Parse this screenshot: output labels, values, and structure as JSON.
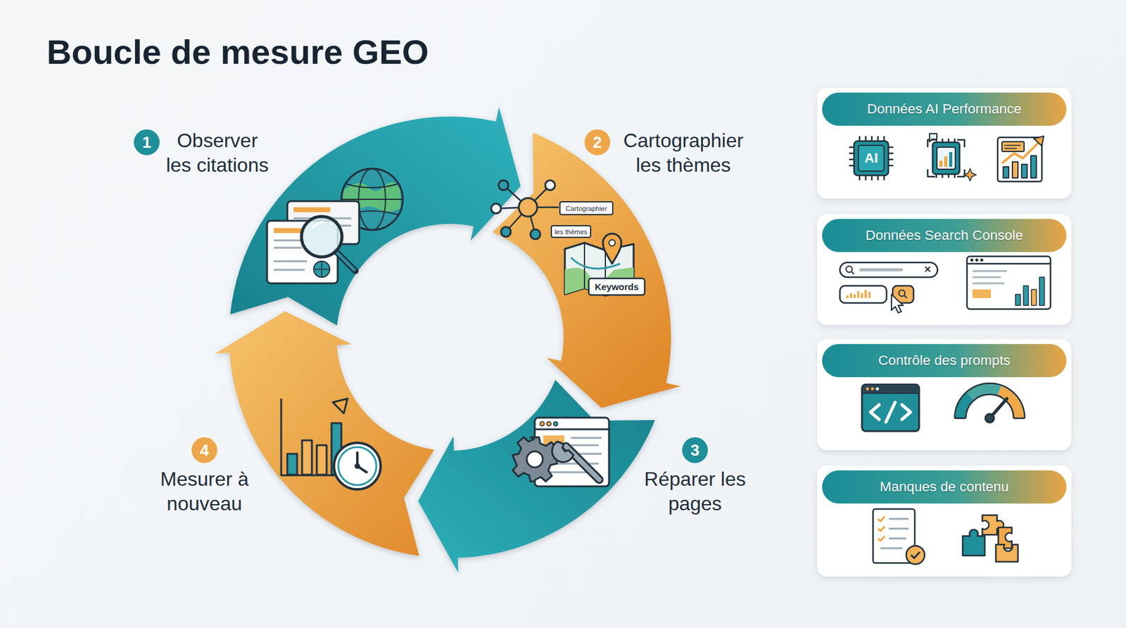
{
  "diagram": {
    "title": "Boucle de mesure GEO",
    "nodes": [
      {
        "text": [
          "1",
          "Observer les citations"
        ]
      },
      {
        "text": [
          "2",
          "Cartographier les thèmes"
        ]
      },
      {
        "text": [
          "3",
          "Réparer les pages"
        ]
      },
      {
        "text": [
          "4",
          "Mesurer à nouveau"
        ]
      },
      {
        "text": [
          "Données AI Performance"
        ]
      },
      {
        "text": [
          "Données Search Console"
        ]
      },
      {
        "text": [
          "Contrôle des prompts"
        ]
      },
      {
        "text": [
          "Manques de contenu"
        ]
      }
    ],
    "labels": [
      "AI",
      "Cartographier",
      "les thèmes",
      "Keywords"
    ]
  }
}
